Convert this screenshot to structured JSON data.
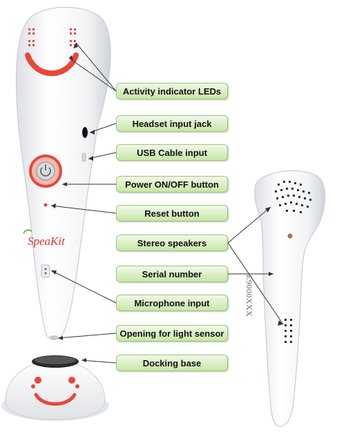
{
  "product": {
    "logo_text": "SpeaKit",
    "serial_text": "E9000XXX"
  },
  "callouts": [
    {
      "id": "activity-indicator-leds",
      "label": "Activity indicator LEDs"
    },
    {
      "id": "headset-input-jack",
      "label": "Headset input jack"
    },
    {
      "id": "usb-cable-input",
      "label": "USB Cable input"
    },
    {
      "id": "power-button",
      "label": "Power ON/OFF button"
    },
    {
      "id": "reset-button",
      "label": "Reset button"
    },
    {
      "id": "stereo-speakers",
      "label": "Stereo speakers"
    },
    {
      "id": "serial-number",
      "label": "Serial number"
    },
    {
      "id": "microphone-input",
      "label": "Microphone input"
    },
    {
      "id": "light-sensor-opening",
      "label": "Opening for light sensor"
    },
    {
      "id": "docking-base",
      "label": "Docking base"
    }
  ],
  "colors": {
    "accent_red": "#e8473a",
    "label_green": "#c8e6a6",
    "pen_body": "#f4f5f7"
  }
}
